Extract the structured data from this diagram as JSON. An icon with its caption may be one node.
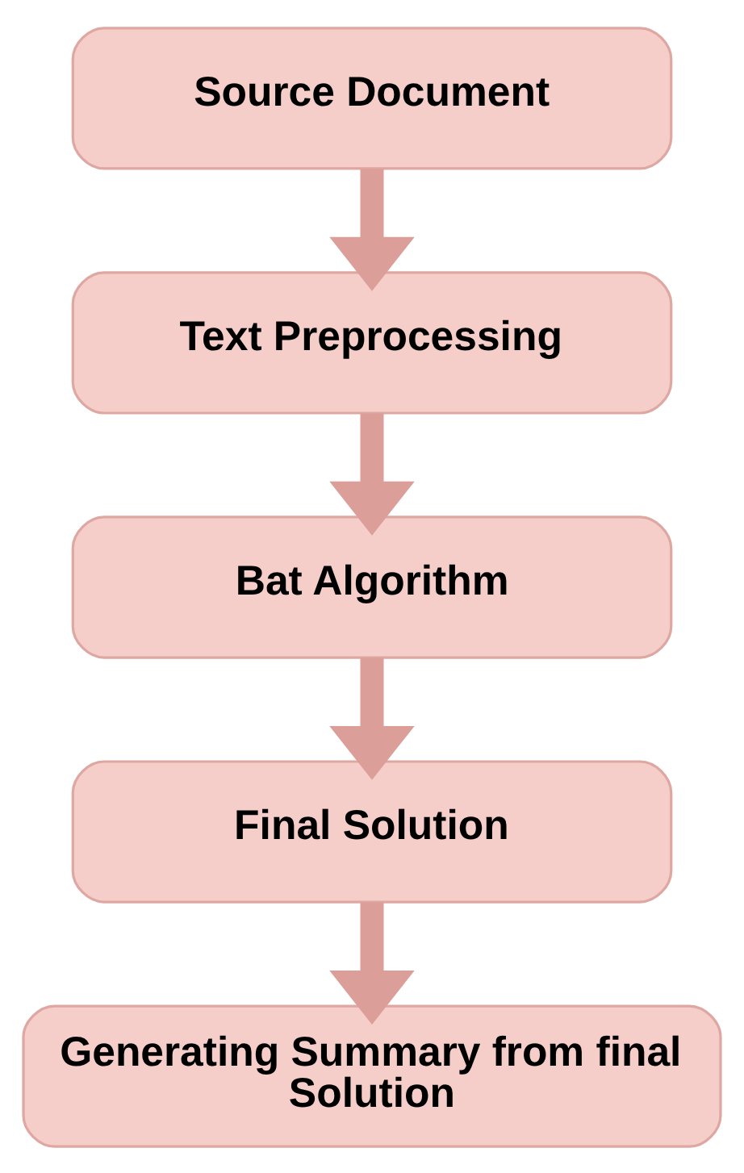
{
  "diagram": {
    "nodes": [
      {
        "text": [
          "Source Document"
        ]
      },
      {
        "text": [
          "Text Preprocessing"
        ]
      },
      {
        "text": [
          "Bat Algorithm"
        ]
      },
      {
        "text": [
          "Final Solution"
        ]
      },
      {
        "text": [
          "Generating Summary from final Solution"
        ]
      }
    ],
    "edges": [
      {
        "from": 0,
        "to": 1,
        "arrow": "to"
      },
      {
        "from": 1,
        "to": 2,
        "arrow": "to"
      },
      {
        "from": 2,
        "to": 3,
        "arrow": "to"
      },
      {
        "from": 3,
        "to": 4,
        "arrow": "to"
      }
    ]
  }
}
